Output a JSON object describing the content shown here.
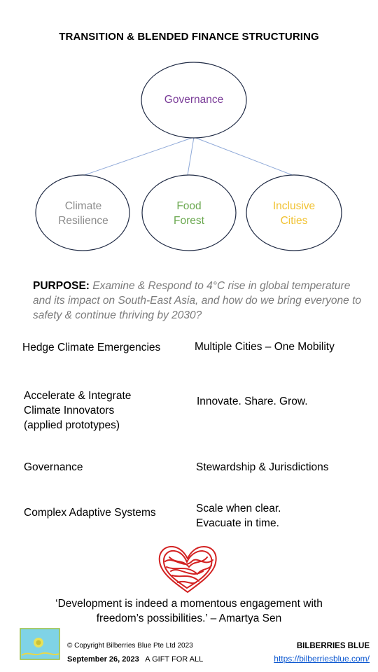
{
  "header": {
    "title": "TRANSITION & BLENDED FINANCE STRUCTURING"
  },
  "diagram": {
    "root": {
      "label": "Governance",
      "color": "#7a3c98"
    },
    "children": [
      {
        "line1": "Climate",
        "line2": "Resilience",
        "color": "#8c8c8c"
      },
      {
        "line1": "Food",
        "line2": "Forest",
        "color": "#6aa84f"
      },
      {
        "line1": "Inclusive",
        "line2": "Cities",
        "color": "#f1c232"
      }
    ],
    "connector_color": "#8fa9d8"
  },
  "purpose": {
    "label": "PURPOSE:",
    "text": "Examine & Respond to 4°C rise in global temperature and its impact on South-East Asia, and how do we bring everyone to safety & continue thriving by 2030?"
  },
  "items_left": [
    {
      "lines": [
        "Hedge Climate Emergencies"
      ]
    },
    {
      "lines": [
        "Accelerate & Integrate",
        "Climate Innovators",
        "(applied prototypes)"
      ]
    },
    {
      "lines": [
        "Governance"
      ]
    },
    {
      "lines": [
        "Complex Adaptive Systems"
      ]
    }
  ],
  "items_right": [
    {
      "lines": [
        "Multiple Cities – One Mobility"
      ]
    },
    {
      "lines": [
        "Innovate. Share. Grow."
      ]
    },
    {
      "lines": [
        "Stewardship & Jurisdictions"
      ]
    },
    {
      "lines": [
        "Scale when clear.",
        "Evacuate in time."
      ]
    }
  ],
  "heart_color": "#d32222",
  "quote": {
    "line1": "‘Development is indeed a momentous engagement with",
    "line2": "freedom’s possibilities.’ – Amartya Sen"
  },
  "footer": {
    "copyright": "© Copyright Bilberries Blue Pte Ltd 2023",
    "date": "September 26, 2023",
    "gift": "A GIFT FOR ALL",
    "brand": "BILBERRIES BLUE",
    "url": "https://bilberriesblue.com/"
  }
}
